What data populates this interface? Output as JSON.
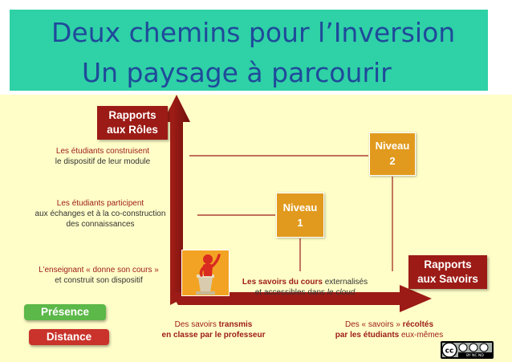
{
  "title": {
    "line1": "Deux chemins pour l’Inversion",
    "line2": "Un paysage à parcourir"
  },
  "axes": {
    "y_label": [
      "Rapports",
      "aux Rôles"
    ],
    "x_label": [
      "Rapports",
      "aux Savoirs"
    ]
  },
  "levels": {
    "level2": [
      "Niveau",
      "2"
    ],
    "level1": [
      "Niveau",
      "1"
    ]
  },
  "role_labels": {
    "construct": {
      "line1": "Les étudiants construisent",
      "line2": "le dispositif de leur module"
    },
    "participate": {
      "line1": "Les étudiants participent",
      "line2": "aux échanges et à la co-construction",
      "line3": "des connaissances"
    },
    "teacher": {
      "line1": "L’enseignant « donne son cours »",
      "line2": "et construit son dispositif"
    }
  },
  "knowledge_labels": {
    "cours": {
      "pre": "Les savoirs du cours",
      "post": " externalisés",
      "line2_pre": "et accessibles dans ",
      "line2_em": "le cloud"
    },
    "transmis": {
      "pre": "Des savoirs ",
      "bold": "transmis",
      "line2": "en classe par le professeur"
    },
    "recoltes": {
      "pre": "Des « savoirs » ",
      "bold": "récoltés",
      "line2_bold": "par les étudiants",
      "line2_post": " eux-mêmes"
    }
  },
  "modes": {
    "presence": "Présence",
    "distance": "Distance"
  },
  "license": {
    "cc": "cc",
    "tags": "BY NC ND"
  },
  "colors": {
    "title_bg": "#2fd1a6",
    "title_text": "#1f4a9a",
    "background": "#fffec8",
    "arrow": "#9c1b16",
    "level_box": "#e19a1d",
    "presence": "#5cb848",
    "distance": "#c9332b"
  }
}
